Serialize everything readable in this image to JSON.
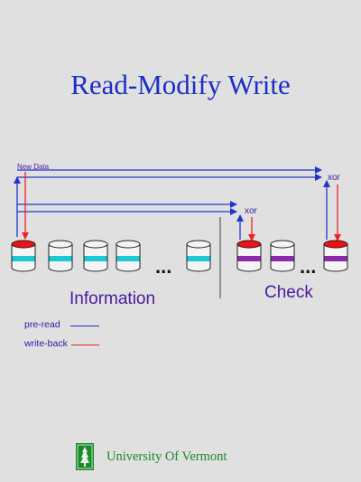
{
  "slide": {
    "title": "Read-Modify Write"
  },
  "diagram": {
    "new_data_label": "New Data",
    "xor_label_top": "xor",
    "xor_label_mid": "xor",
    "dots": "...",
    "information_label": "Information",
    "check_label": "Check"
  },
  "legend": {
    "pre_read_label": "pre-read",
    "write_back_label": "write-back",
    "pre_read_color": "#2233cc",
    "write_back_color": "#ee2222"
  },
  "colors": {
    "data_stripe": "#1ec8d2",
    "parity_stripe": "#8a2aaa",
    "highlight_cap": "#ee1111",
    "arrow_blue": "#2233cc",
    "arrow_red": "#ee2222",
    "label_purple": "#4a1aa0"
  },
  "footer": {
    "text": "University Of Vermont",
    "logo_icon": "university-seal-icon"
  }
}
